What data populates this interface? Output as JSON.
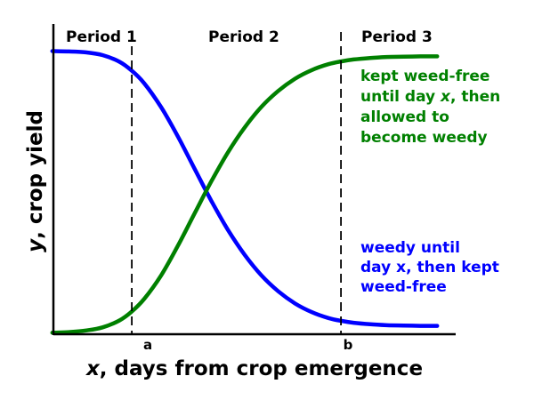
{
  "chart_data": {
    "type": "line",
    "title": "",
    "xlabel": {
      "var": "x",
      "rest": ", days from crop emergence"
    },
    "ylabel": {
      "var": "y",
      "rest": ", crop yield"
    },
    "x_ticks": [
      {
        "label": "a",
        "value": 0.23
      },
      {
        "label": "b",
        "value": 0.73
      }
    ],
    "periods": [
      "Period 1",
      "Period 2",
      "Period 3"
    ],
    "grid": false,
    "series": [
      {
        "color": "#0000ff",
        "x": [
          0.04,
          0.08,
          0.12,
          0.16,
          0.2,
          0.23,
          0.26,
          0.3,
          0.34,
          0.38,
          0.42,
          0.46,
          0.5,
          0.54,
          0.58,
          0.62,
          0.66,
          0.7,
          0.73,
          0.76,
          0.8,
          0.84,
          0.88,
          0.92,
          0.96
        ],
        "y": [
          0.95,
          0.949,
          0.946,
          0.937,
          0.916,
          0.887,
          0.846,
          0.77,
          0.676,
          0.572,
          0.469,
          0.375,
          0.295,
          0.229,
          0.178,
          0.139,
          0.111,
          0.092,
          0.083,
          0.077,
          0.072,
          0.069,
          0.068,
          0.067,
          0.067
        ]
      },
      {
        "color": "#008000",
        "x": [
          0.04,
          0.08,
          0.12,
          0.16,
          0.2,
          0.23,
          0.26,
          0.3,
          0.34,
          0.38,
          0.42,
          0.46,
          0.5,
          0.54,
          0.58,
          0.62,
          0.66,
          0.7,
          0.73,
          0.76,
          0.8,
          0.84,
          0.88,
          0.92,
          0.96
        ],
        "y": [
          0.045,
          0.047,
          0.052,
          0.062,
          0.084,
          0.113,
          0.154,
          0.229,
          0.324,
          0.428,
          0.531,
          0.625,
          0.705,
          0.771,
          0.822,
          0.861,
          0.889,
          0.908,
          0.917,
          0.923,
          0.928,
          0.931,
          0.932,
          0.933,
          0.933
        ]
      }
    ],
    "annotations": [
      {
        "lines": [
          [
            {
              "t": "kept weed-free"
            }
          ],
          [
            {
              "t": "until day "
            },
            {
              "t": "x",
              "i": true
            },
            {
              "t": ", then"
            }
          ],
          [
            {
              "t": "allowed to"
            }
          ],
          [
            {
              "t": "become weedy"
            }
          ]
        ],
        "color": "#008000"
      },
      {
        "lines": [
          [
            {
              "t": "weedy until"
            }
          ],
          [
            {
              "t": "day x, then kept"
            }
          ],
          [
            {
              "t": "weed-free"
            }
          ]
        ],
        "color": "#0000ff"
      }
    ]
  }
}
